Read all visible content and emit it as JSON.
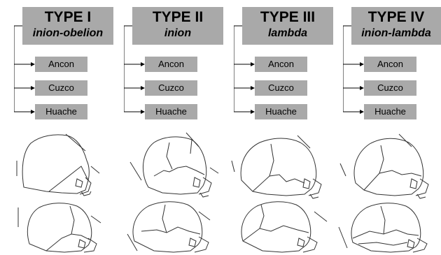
{
  "types": [
    {
      "title": "TYPE I",
      "subtitle": "inion-obelion",
      "sites": [
        "Ancon",
        "Cuzco",
        "Huache"
      ]
    },
    {
      "title": "TYPE II",
      "subtitle": "inion",
      "sites": [
        "Ancon",
        "Cuzco",
        "Huache"
      ]
    },
    {
      "title": "TYPE III",
      "subtitle": "lambda",
      "sites": [
        "Ancon",
        "Cuzco",
        "Huache"
      ]
    },
    {
      "title": "TYPE IV",
      "subtitle": "inion-lambda",
      "sites": [
        "Ancon",
        "Cuzco",
        "Huache"
      ]
    }
  ],
  "skulls": {
    "rows": 2,
    "columns": 4,
    "style": "line drawings of lateral cranial profiles"
  }
}
